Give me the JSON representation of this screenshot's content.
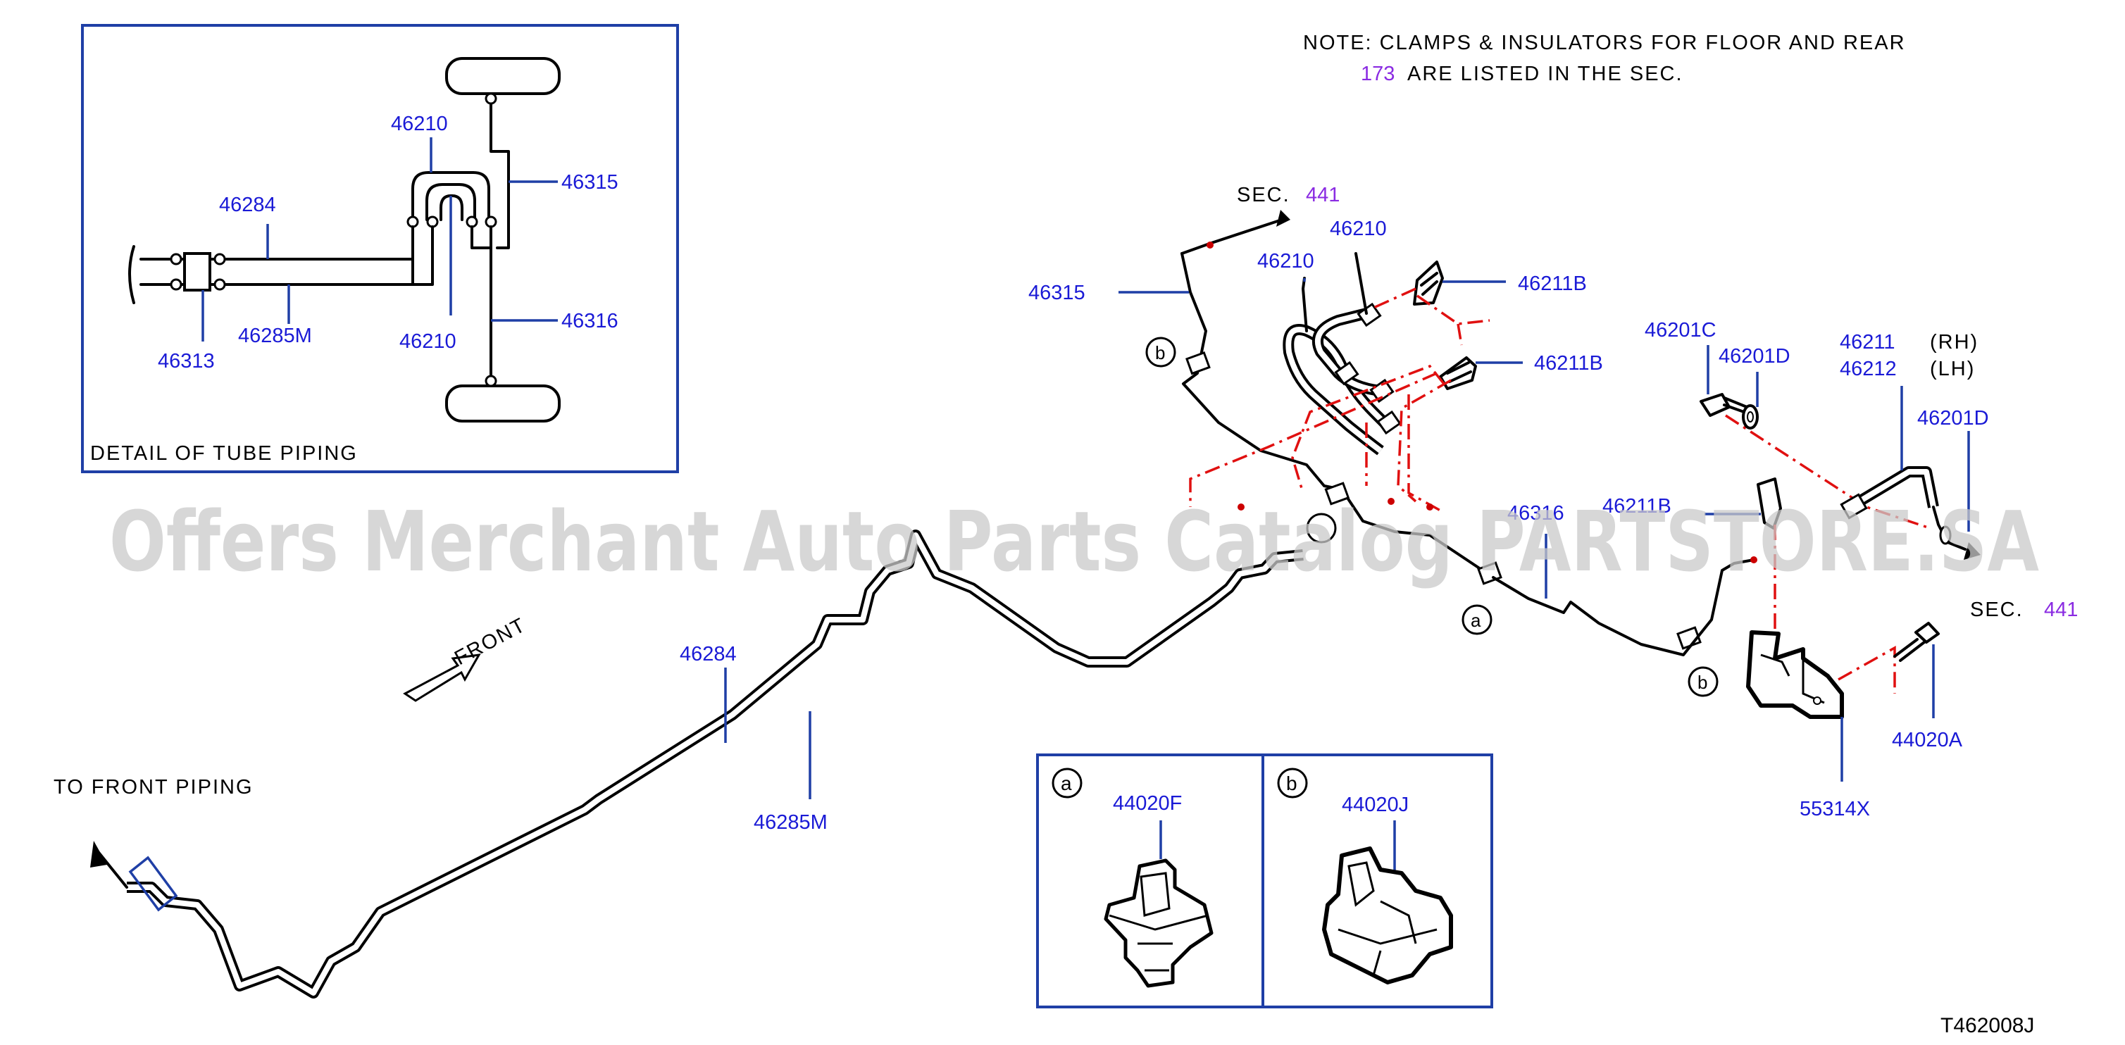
{
  "note": {
    "line1": "NOTE:  CLAMPS  &  INSULATORS  FOR  FLOOR  AND  REAR",
    "sec_num": "173",
    "line2_rest": "ARE   LISTED   IN   THE   SEC."
  },
  "detail": {
    "caption": "DETAIL   OF   TUBE   PIPING",
    "labels": {
      "p46210_top": "46210",
      "p46315": "46315",
      "p46284": "46284",
      "p46285m": "46285M",
      "p46210_mid": "46210",
      "p46316": "46316",
      "p46313": "46313"
    }
  },
  "main_labels": {
    "sec_top": "SEC.",
    "sec_top_num": "441",
    "p46210_a": "46210",
    "p46210_b": "46210",
    "p46315": "46315",
    "p46211b_a": "46211B",
    "p46211b_b": "46211B",
    "p46211b_c": "46211B",
    "p46201c": "46201C",
    "p46201d_a": "46201D",
    "p46201d_b": "46201D",
    "p46211": "46211",
    "p46212": "46212",
    "rh": "(RH)",
    "lh": "(LH)",
    "p46316": "46316",
    "sec_right": "SEC.",
    "sec_right_num": "441",
    "p44020a": "44020A",
    "p55314x": "55314X",
    "p46284": "46284",
    "p46285m": "46285M",
    "front": "FRONT",
    "to_front": "TO   FRONT   PIPING",
    "callout_a": "a",
    "callout_b": "b",
    "diagram_id": "T462008J"
  },
  "clip_box": {
    "a_letter": "a",
    "a_part": "44020F",
    "b_letter": "b",
    "b_part": "44020J"
  },
  "watermark": "Offers Merchant Auto Parts Catalog PARTSTORE.SA",
  "colors": {
    "label": "#1a1ad6",
    "leader": "#1f3fa6",
    "section_ref": "#8a2be2",
    "assembly_line": "#e01010"
  }
}
